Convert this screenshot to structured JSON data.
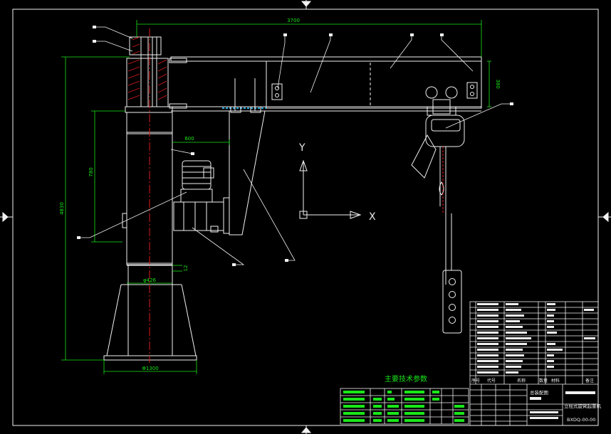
{
  "dimensions": {
    "span_top": "3700",
    "beam_height": "380",
    "total_height": "4830",
    "mid_height": "780",
    "motor_width": "600",
    "pillar_dia": "φ426",
    "base_width": "Φ1300",
    "gap_12": "12"
  },
  "axis": {
    "y": "Y",
    "x": "X"
  },
  "params_table": {
    "title": "主要技术参数"
  },
  "title_block": {
    "header_no": "序号",
    "header_code": "代号",
    "header_name": "名称",
    "header_qty": "数量",
    "header_material": "材料",
    "header_note": "备注",
    "product_name": "立柱式旋臂起重机",
    "drawing_no": "BXDQ-00-00",
    "designer": "总装配图"
  },
  "colors": {
    "background": "#000000",
    "line": "#f2f2f2",
    "dimension": "#19e619",
    "center_line": "#e01b1b",
    "hatch": "#e01b1b",
    "chain": "#2aa8e0"
  }
}
